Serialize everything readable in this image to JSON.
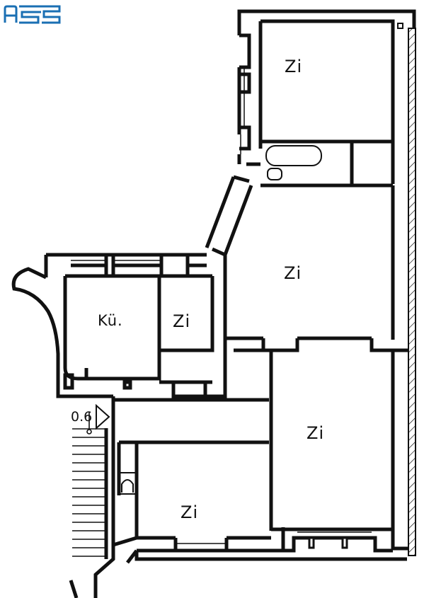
{
  "logo": {
    "icon": "company-logo-icon",
    "color": "#1a6fb3"
  },
  "rooms": {
    "top_right": "Zi",
    "middle_right": "Zi",
    "kitchen": "Kü.",
    "small_center": "Zi",
    "lower_right": "Zi",
    "lower_left": "Zi"
  },
  "stair_marker": "0.6"
}
